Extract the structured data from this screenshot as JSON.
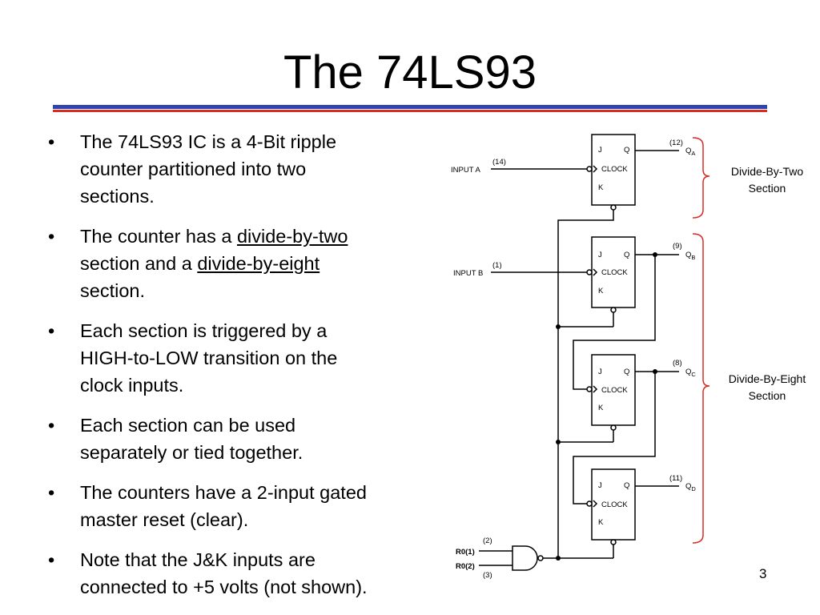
{
  "slide": {
    "title": "The 74LS93",
    "page_number": "3"
  },
  "bullets": [
    {
      "parts": [
        {
          "lines": [
            "The 74LS93 IC is a 4-Bit ripple",
            "counter partitioned into two",
            "sections."
          ]
        }
      ]
    },
    {
      "line_groups": [
        [
          {
            "text": "The counter has a ",
            "u": false
          },
          {
            "text": "divide-by-two",
            "u": true
          }
        ],
        [
          {
            "text": "section and a ",
            "u": false
          },
          {
            "text": "divide-by-eight",
            "u": true
          }
        ],
        [
          {
            "text": "section.",
            "u": false
          }
        ]
      ]
    },
    {
      "parts": [
        {
          "lines": [
            "Each section is triggered by a",
            "HIGH-to-LOW transition on the",
            "clock inputs."
          ]
        }
      ]
    },
    {
      "parts": [
        {
          "lines": [
            "Each section can be used",
            "separately or tied together."
          ]
        }
      ]
    },
    {
      "parts": [
        {
          "lines": [
            "The counters have a 2-input gated",
            "master reset (clear)."
          ]
        }
      ]
    },
    {
      "parts": [
        {
          "lines": [
            "Note that the J&K inputs are",
            "connected to +5 volts (not shown)."
          ]
        }
      ]
    }
  ],
  "diagram": {
    "flipflop_labels": {
      "j": "J",
      "q": "Q",
      "clock": "CLOCK",
      "k": "K"
    },
    "inputs": {
      "input_a": {
        "label": "INPUT A",
        "pin": "(14)"
      },
      "input_b": {
        "label": "INPUT B",
        "pin": "(1)"
      },
      "r01": {
        "label": "R0(1)",
        "pin": "(2)"
      },
      "r02": {
        "label": "R0(2)",
        "pin": "(3)"
      }
    },
    "outputs": [
      {
        "name": "Q",
        "sub": "A",
        "pin": "(12)"
      },
      {
        "name": "Q",
        "sub": "B",
        "pin": "(9)"
      },
      {
        "name": "Q",
        "sub": "C",
        "pin": "(8)"
      },
      {
        "name": "Q",
        "sub": "D",
        "pin": "(11)"
      }
    ],
    "sections": {
      "divide_by_two": [
        "Divide-By-Two",
        "Section"
      ],
      "divide_by_eight": [
        "Divide-By-Eight",
        "Section"
      ]
    },
    "colors": {
      "wire": "#000000",
      "brace": "#d92b24",
      "rule_blue": "#2f44b0",
      "rule_red": "#d92b24"
    }
  }
}
